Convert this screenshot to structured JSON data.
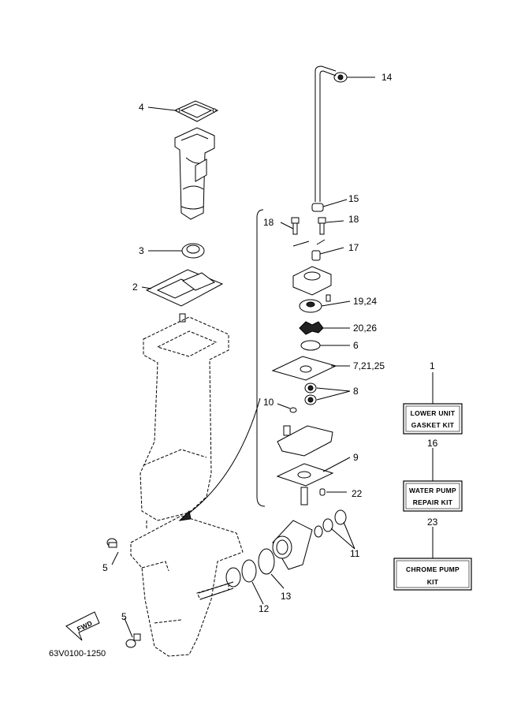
{
  "drawing_code": "63V0100-1250",
  "fwd_label": "FWD",
  "callouts": {
    "c1": "1",
    "c2": "2",
    "c3": "3",
    "c4": "4",
    "c5a": "5",
    "c5b": "5",
    "c6": "6",
    "c7": "7,21,25",
    "c8": "8",
    "c9": "9",
    "c10": "10",
    "c11": "11",
    "c12": "12",
    "c13": "13",
    "c14": "14",
    "c15": "15",
    "c16": "16",
    "c17": "17",
    "c18a": "18",
    "c18b": "18",
    "c19": "19,24",
    "c20": "20,26",
    "c22": "22",
    "c23": "23"
  },
  "kits": {
    "lower_unit": {
      "line1": "LOWER UNIT",
      "line2": "GASKET KIT"
    },
    "water_pump": {
      "line1": "WATER PUMP",
      "line2": "REPAIR KIT"
    },
    "chrome_pump": {
      "line1": "CHROME PUMP",
      "line2": "KIT"
    }
  }
}
